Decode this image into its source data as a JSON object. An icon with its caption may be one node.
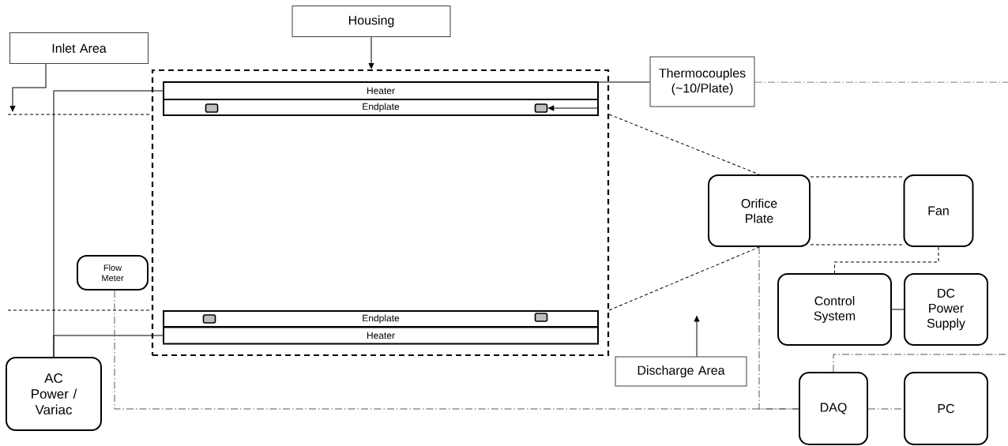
{
  "diagram": {
    "nodes": [
      {
        "text": [
          "Housing"
        ]
      },
      {
        "text": [
          "Inlet Area"
        ]
      },
      {
        "text": [],
        "shape": "box"
      },
      {
        "text": [
          "Heater"
        ],
        "in": 2
      },
      {
        "text": [
          "Endplate"
        ],
        "in": 2
      },
      {
        "text": [],
        "shape": "box",
        "in": 4
      },
      {
        "text": [],
        "shape": "box",
        "in": 4
      },
      {
        "text": [
          "Thermocouples (~10/Plate)"
        ]
      },
      {
        "text": [
          "Orifice Plate"
        ]
      },
      {
        "text": [
          "Fan"
        ]
      },
      {
        "text": [
          "Flow Meter"
        ]
      },
      {
        "text": [
          "Endplate"
        ],
        "in": 2
      },
      {
        "text": [],
        "shape": "box",
        "in": 11
      },
      {
        "text": [],
        "shape": "box",
        "in": 11
      },
      {
        "text": [
          "Heater"
        ],
        "in": 2
      },
      {
        "text": [
          "Control System"
        ]
      },
      {
        "text": [
          "DC Power Supply"
        ]
      },
      {
        "text": [
          "AC Power / Variac"
        ]
      },
      {
        "text": [
          "Discharge Area"
        ]
      },
      {
        "text": [
          "DAQ"
        ]
      },
      {
        "text": [
          "PC"
        ]
      }
    ],
    "edges": [
      {
        "from": 0,
        "to": 2,
        "arrow": "to"
      },
      {
        "from": 1,
        "to": null,
        "arrow": "to"
      },
      {
        "from": 7,
        "to": 6,
        "arrow": "to"
      },
      {
        "from": 17,
        "to": 3,
        "arrow": "none"
      },
      {
        "from": 17,
        "to": 14,
        "arrow": "none"
      },
      {
        "from": 10,
        "to": 19,
        "arrow": "none",
        "style": "dashed",
        "color": "#595959"
      },
      {
        "from": 8,
        "to": 19,
        "arrow": "none",
        "style": "dashed",
        "color": "#595959"
      },
      {
        "from": 7,
        "to": null,
        "arrow": "none",
        "style": "dashed",
        "color": "#595959"
      },
      {
        "from": 19,
        "to": null,
        "arrow": "none",
        "style": "dashed",
        "color": "#595959"
      },
      {
        "from": 19,
        "to": 20,
        "arrow": "none",
        "style": "dashed",
        "color": "#595959"
      },
      {
        "from": 8,
        "to": 9,
        "arrow": "none",
        "style": "dashed"
      },
      {
        "from": 8,
        "to": 9,
        "arrow": "none",
        "style": "dashed"
      },
      {
        "from": 9,
        "to": 15,
        "arrow": "none",
        "style": "dashed"
      },
      {
        "from": 15,
        "to": 16,
        "arrow": "none"
      },
      {
        "from": 2,
        "to": 8,
        "arrow": "none",
        "style": "dashed"
      },
      {
        "from": 2,
        "to": 8,
        "arrow": "none",
        "style": "dashed"
      },
      {
        "from": null,
        "to": 2,
        "arrow": "none",
        "style": "dashed"
      },
      {
        "from": null,
        "to": 2,
        "arrow": "none",
        "style": "dashed"
      },
      {
        "from": 18,
        "to": null,
        "arrow": "to"
      }
    ]
  }
}
